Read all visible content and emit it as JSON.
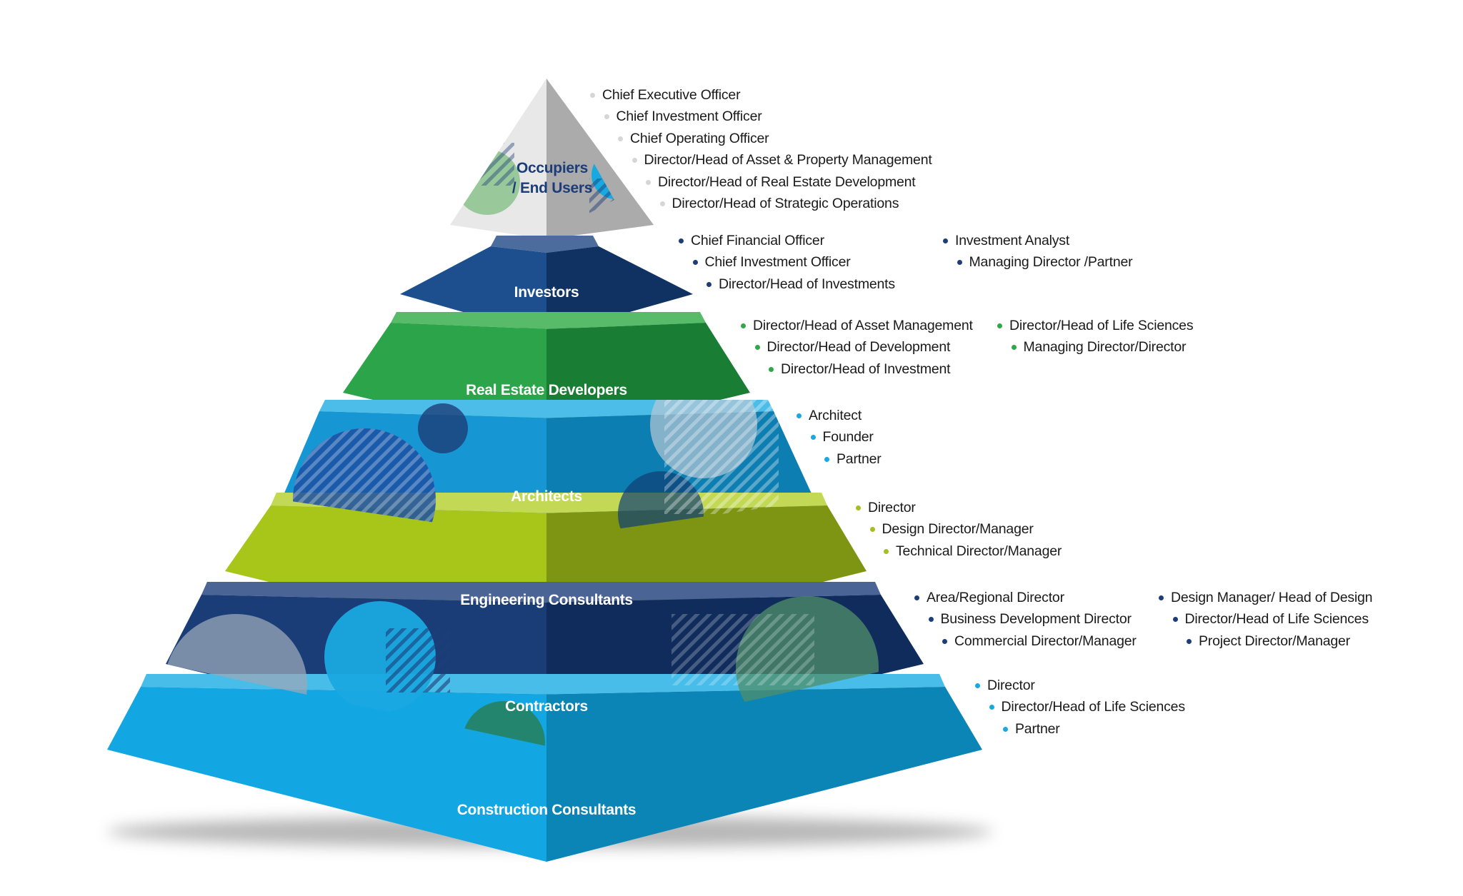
{
  "tiers": [
    {
      "label": "Occupiers\n/ End Users",
      "colors": {
        "light": "#e8e8e8",
        "dark": "#ababab",
        "rim": "#d0d0d0"
      },
      "text_color": "#1d3d78",
      "bullet": "#d6d6d6",
      "roles": [
        [
          "Chief Executive Officer",
          "Chief Investment Officer",
          "Chief Operating Officer",
          "Director/Head of Asset & Property Management",
          "Director/Head of Real Estate Development",
          "Director/Head of Strategic Operations"
        ]
      ]
    },
    {
      "label": "Investors",
      "colors": {
        "light": "#1d4f8f",
        "dark": "#0f3262",
        "rim": "#4d6c9e"
      },
      "text_color": "#ffffff",
      "bullet": "#1d3d78",
      "roles": [
        [
          "Chief Financial Officer",
          "Chief Investment Officer",
          "Director/Head of Investments"
        ],
        [
          "Investment Analyst",
          "Managing Director /Partner"
        ]
      ]
    },
    {
      "label": "Real Estate Developers",
      "colors": {
        "light": "#2ca44a",
        "dark": "#1a7d34",
        "rim": "#57bb6a"
      },
      "text_color": "#ffffff",
      "bullet": "#2ea84a",
      "roles": [
        [
          "Director/Head of Asset Management",
          "Director/Head of Development",
          "Director/Head of Investment"
        ],
        [
          "Director/Head of Life Sciences",
          "Managing Director/Director"
        ]
      ]
    },
    {
      "label": "Architects",
      "colors": {
        "light": "#1697d3",
        "dark": "#0d7eb2",
        "rim": "#4cbde9"
      },
      "text_color": "#ffffff",
      "bullet": "#1aa8e0",
      "roles": [
        [
          "Architect",
          "Founder",
          "Partner"
        ]
      ]
    },
    {
      "label": "Engineering Consultants",
      "colors": {
        "light": "#a8c61a",
        "dark": "#7e9514",
        "rim": "#c3d955"
      },
      "text_color": "#ffffff",
      "bullet": "#a3c01e",
      "roles": [
        [
          "Director",
          "Design Director/Manager",
          "Technical Director/Manager"
        ]
      ]
    },
    {
      "label": "Contractors",
      "colors": {
        "light": "#1a3d78",
        "dark": "#102c5c",
        "rim": "#4a6496"
      },
      "text_color": "#ffffff",
      "bullet": "#1d3d78",
      "roles": [
        [
          "Area/Regional Director",
          "Business Development Director",
          "Commercial Director/Manager"
        ],
        [
          "Design Manager/ Head of Design",
          "Director/Head of Life Sciences",
          "Project Director/Manager"
        ]
      ]
    },
    {
      "label": "Construction Consultants",
      "colors": {
        "light": "#12a6e2",
        "dark": "#0b85b6",
        "rim": "#49bde9"
      },
      "text_color": "#ffffff",
      "bullet": "#1aa8e0",
      "roles": [
        [
          "Director",
          "Director/Head of Life Sciences",
          "Partner"
        ]
      ]
    }
  ]
}
